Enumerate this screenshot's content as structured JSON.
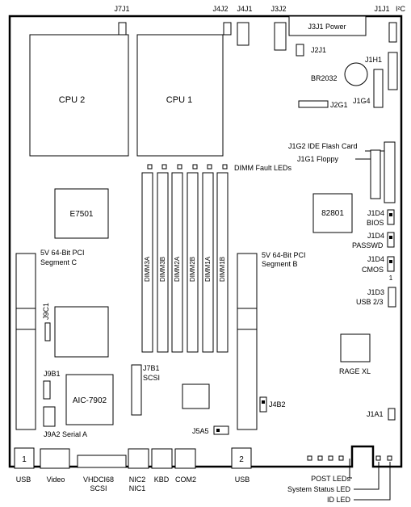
{
  "board": {
    "cpu2": "CPU 2",
    "cpu1": "CPU 1",
    "e7501": "E7501",
    "ich": "82801",
    "aic": "AIC-7902",
    "rage": "RAGE XL",
    "battery": "BR2032"
  },
  "headers": {
    "j7j1": "J7J1",
    "j4j2": "J4J2",
    "j4j1": "J4J1",
    "j3j2": "J3J2",
    "j1j1": "J1J1",
    "i2c": "I²C",
    "j3j1": "J3J1  Power",
    "j2j1": "J2J1",
    "j1h1": "J1H1",
    "j1g4": "J1G4",
    "j2g1": "J2G1",
    "j1g2": "J1G2  IDE Flash Card",
    "j1g1": "J1G1   Floppy",
    "j1d4_bios": [
      "J1D4",
      "BIOS"
    ],
    "j1d4_passwd": [
      "J1D4",
      "PASSWD"
    ],
    "j1d4_cmos": [
      "J1D4",
      "CMOS"
    ],
    "pin1": "1",
    "j1d3": [
      "J1D3",
      "USB 2/3"
    ],
    "j1a1": "J1A1",
    "j4b2": "J4B2",
    "j5a5": "J5A5",
    "j9c1": "J9C1",
    "j9b1": "J9B1",
    "j9a2": "J9A2  Serial A",
    "j7b1": [
      "J7B1",
      "SCSI"
    ]
  },
  "memory": {
    "fault_leds": "DIMM Fault LEDs",
    "slots": [
      "DIMM3A",
      "DIMM3B",
      "DIMM2A",
      "DIMM2B",
      "DIMM1A",
      "DIMM1B"
    ]
  },
  "pci": {
    "segment_c": [
      "5V 64-Bit PCI",
      "Segment  C"
    ],
    "segment_b": [
      "5V 64-Bit PCI",
      "Segment  B"
    ]
  },
  "rear_panel": {
    "usb1_num": "1",
    "usb2_num": "2",
    "usb1": "USB",
    "video": "Video",
    "scsi": [
      "VHDCI68",
      "SCSI"
    ],
    "nic": [
      "NIC2",
      "NIC1"
    ],
    "kbd": "KBD",
    "com2": "COM2",
    "usb2": "USB"
  },
  "leds": {
    "post": "POST LEDs",
    "system_status": "System Status LED",
    "id": "ID LED"
  }
}
